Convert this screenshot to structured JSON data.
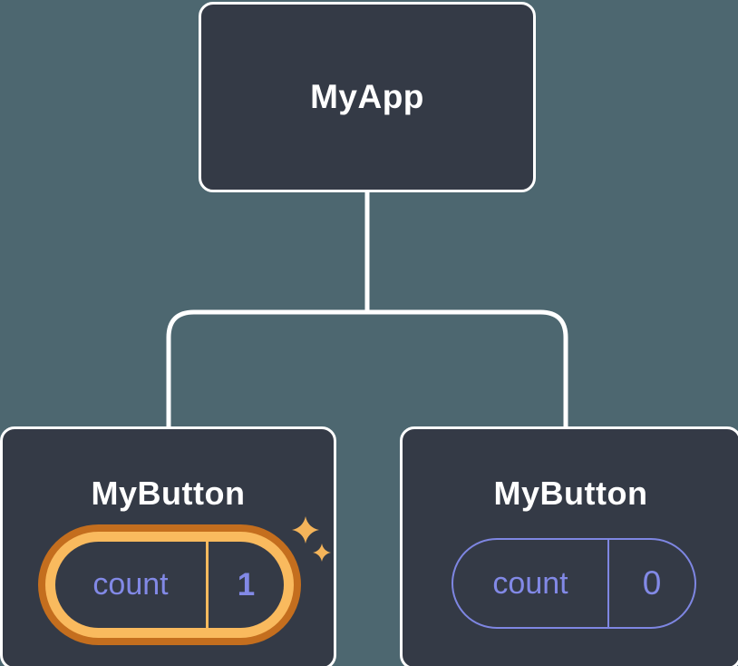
{
  "colors": {
    "background": "#4d6770",
    "node_fill": "#343a46",
    "node_border": "#ffffff",
    "connector": "#ffffff",
    "title_text": "#ffffff",
    "state_text": "#8289e6",
    "state_outline": "#7e86e2",
    "highlight_outer": "#c46e1e",
    "highlight_inner": "#f9ba5e",
    "sparkle": "#f4b45a"
  },
  "diagram": {
    "root": {
      "title": "MyApp"
    },
    "children": [
      {
        "title": "MyButton",
        "state": {
          "label": "count",
          "value": "1"
        },
        "highlighted": true
      },
      {
        "title": "MyButton",
        "state": {
          "label": "count",
          "value": "0"
        },
        "highlighted": false
      }
    ]
  }
}
